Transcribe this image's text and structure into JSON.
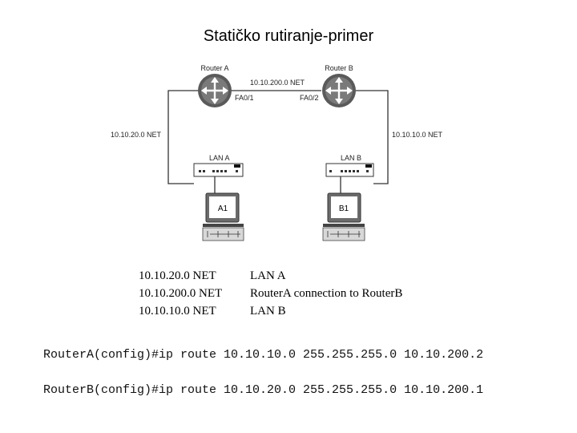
{
  "title": "Statičko rutiranje-primer",
  "diagram": {
    "router_a": "Router A",
    "router_b": "Router B",
    "link_net": "10.10.200.0 NET",
    "router_a_port": "FA0/1",
    "router_b_port": "FA0/2",
    "left_net": "10.10.20.0 NET",
    "right_net": "10.10.10.0 NET",
    "lan_a": "LAN A",
    "lan_b": "LAN B",
    "host_a": "A1",
    "host_b": "B1"
  },
  "networks": [
    {
      "net": "10.10.20.0 NET",
      "desc": "LAN A"
    },
    {
      "net": "10.10.200.0 NET",
      "desc": "RouterA connection to RouterB"
    },
    {
      "net": "10.10.10.0 NET",
      "desc": "LAN B"
    }
  ],
  "commands": {
    "router_a": "RouterA(config)#ip route 10.10.10.0 255.255.255.0 10.10.200.2",
    "router_b": "RouterB(config)#ip route 10.10.20.0 255.255.255.0 10.10.200.1"
  }
}
